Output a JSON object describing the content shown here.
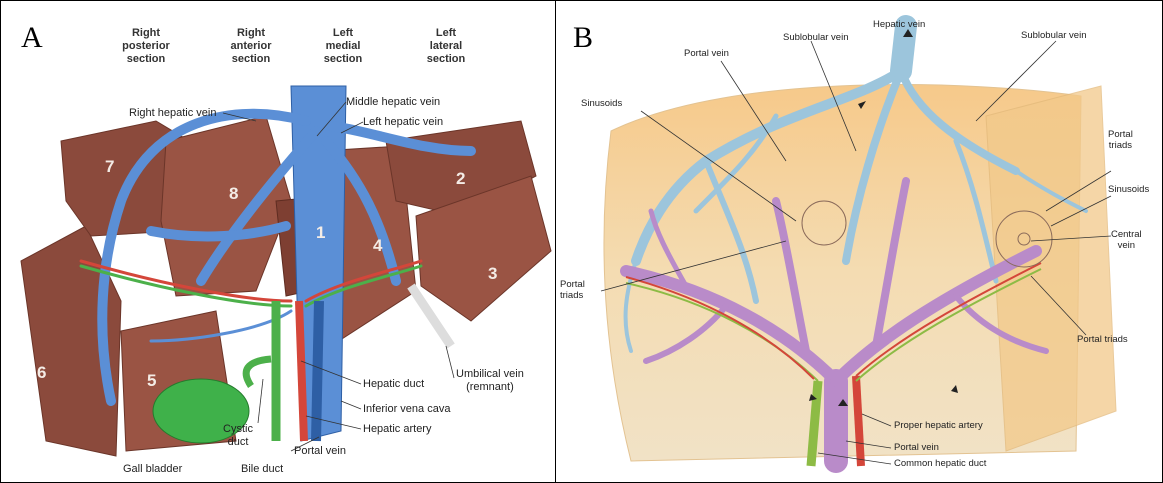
{
  "panel_a": {
    "letter": "A",
    "section_headers": [
      {
        "line1": "Right",
        "line2": "posterior",
        "line3": "section"
      },
      {
        "line1": "Right",
        "line2": "anterior",
        "line3": "section"
      },
      {
        "line1": "Left",
        "line2": "medial",
        "line3": "section"
      },
      {
        "line1": "Left",
        "line2": "lateral",
        "line3": "section"
      }
    ],
    "labels": {
      "right_hepatic_vein": "Right hepatic vein",
      "middle_hepatic_vein": "Middle hepatic vein",
      "left_hepatic_vein": "Left hepatic vein",
      "umbilical_vein": "Umbilical vein",
      "umbilical_vein_note": "(remnant)",
      "hepatic_duct": "Hepatic duct",
      "inferior_vena_cava": "Inferior vena cava",
      "hepatic_artery": "Hepatic artery",
      "portal_vein": "Portal vein",
      "cystic_duct_1": "Cystic",
      "cystic_duct_2": "duct",
      "gall_bladder": "Gall bladder",
      "bile_duct": "Bile duct"
    },
    "segments": [
      "1",
      "2",
      "3",
      "4",
      "5",
      "6",
      "7",
      "8"
    ]
  },
  "panel_b": {
    "letter": "B",
    "labels": {
      "hepatic_vein": "Hepatic vein",
      "portal_vein_top": "Portal vein",
      "sublobular_vein_1": "Sublobular vein",
      "sublobular_vein_2": "Sublobular vein",
      "sinusoids_left": "Sinusoids",
      "portal_triads_right_1": "Portal",
      "portal_triads_right_2": "triads",
      "sinusoids_right": "Sinusoids",
      "central_vein_1": "Central",
      "central_vein_2": "vein",
      "portal_triads_left_1": "Portal",
      "portal_triads_left_2": "triads",
      "portal_triads_bottom": "Portal triads",
      "proper_hepatic_artery": "Proper hepatic artery",
      "portal_vein_bottom": "Portal vein",
      "common_hepatic_duct": "Common hepatic duct"
    }
  },
  "colors": {
    "liver": "#8b4a3c",
    "liver_light": "#a5604f",
    "vein_blue": "#5b8fd6",
    "artery_red": "#d4463a",
    "duct_green": "#4cb04a",
    "lobule_tan": "#f3d9a8",
    "portal_purple": "#b98bc9",
    "hepatic_lightblue": "#9cc5dc"
  }
}
